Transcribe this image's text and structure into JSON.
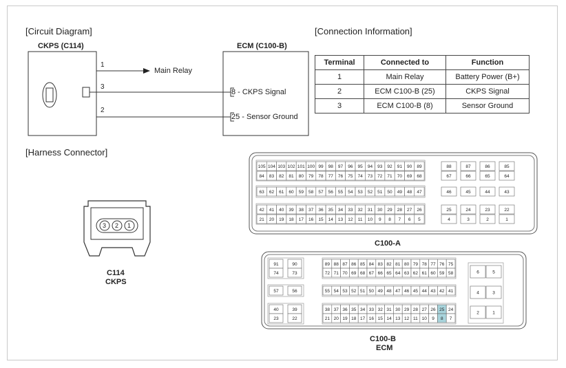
{
  "circuit": {
    "section_title": "[Circuit Diagram]",
    "sensor_label": "CKPS (C114)",
    "ecm_label": "ECM (C100-B)",
    "pin1": "1",
    "pin2": "2",
    "pin3": "3",
    "main_relay": "Main Relay",
    "signal": "8 - CKPS Signal",
    "ground": "25 - Sensor Ground"
  },
  "connection": {
    "section_title": "[Connection Information]",
    "headers": [
      "Terminal",
      "Connected to",
      "Function"
    ],
    "rows": [
      [
        "1",
        "Main Relay",
        "Battery Power (B+)"
      ],
      [
        "2",
        "ECM C100-B (25)",
        "CKPS Signal"
      ],
      [
        "3",
        "ECM C100-B (8)",
        "Sensor Ground"
      ]
    ]
  },
  "harness": {
    "section_title": "[Harness Connector]",
    "c114_pins": [
      "3",
      "2",
      "1"
    ],
    "c114_label1": "C114",
    "c114_label2": "CKPS",
    "c100a_label": "C100-A",
    "c100b_label1": "C100-B",
    "c100b_label2": "ECM"
  },
  "c100a": {
    "rows": [
      [
        "105",
        "104",
        "103",
        "102",
        "101",
        "100",
        "99",
        "98",
        "97",
        "96",
        "95",
        "94",
        "93",
        "92",
        "91",
        "90",
        "89"
      ],
      [
        "84",
        "83",
        "82",
        "81",
        "80",
        "79",
        "78",
        "77",
        "76",
        "75",
        "74",
        "73",
        "72",
        "71",
        "70",
        "69",
        "68"
      ],
      [
        "63",
        "62",
        "61",
        "60",
        "59",
        "58",
        "57",
        "56",
        "55",
        "54",
        "53",
        "52",
        "51",
        "50",
        "49",
        "48",
        "47"
      ],
      [
        "42",
        "41",
        "40",
        "39",
        "38",
        "37",
        "36",
        "35",
        "34",
        "33",
        "32",
        "31",
        "30",
        "29",
        "28",
        "27",
        "26"
      ],
      [
        "21",
        "20",
        "19",
        "18",
        "17",
        "16",
        "15",
        "14",
        "13",
        "12",
        "11",
        "10",
        "9",
        "8",
        "7",
        "6",
        "5"
      ]
    ],
    "right": [
      [
        "88",
        "87",
        "86",
        "85"
      ],
      [
        "67",
        "66",
        "65",
        "64"
      ],
      [
        "46",
        "45",
        "44",
        "43"
      ],
      [
        "25",
        "24",
        "23",
        "22"
      ],
      [
        "4",
        "3",
        "2",
        "1"
      ]
    ]
  },
  "c100b": {
    "left": [
      [
        "91",
        "90"
      ],
      [
        "74",
        "73"
      ],
      [
        "57",
        "56"
      ],
      [
        "40",
        "39"
      ],
      [
        "23",
        "22"
      ]
    ],
    "rows": [
      [
        "89",
        "88",
        "87",
        "86",
        "85",
        "84",
        "83",
        "82",
        "81",
        "80",
        "79",
        "78",
        "77",
        "76",
        "75"
      ],
      [
        "72",
        "71",
        "70",
        "69",
        "68",
        "67",
        "66",
        "65",
        "64",
        "63",
        "62",
        "61",
        "60",
        "59",
        "58"
      ],
      [
        "55",
        "54",
        "53",
        "52",
        "51",
        "50",
        "49",
        "48",
        "47",
        "46",
        "45",
        "44",
        "43",
        "42",
        "41"
      ],
      [
        "38",
        "37",
        "36",
        "35",
        "34",
        "33",
        "32",
        "31",
        "30",
        "29",
        "28",
        "27",
        "26",
        "25",
        "24"
      ],
      [
        "21",
        "20",
        "19",
        "18",
        "17",
        "16",
        "15",
        "14",
        "13",
        "12",
        "11",
        "10",
        "9",
        "8",
        "7"
      ]
    ],
    "right": [
      [
        "6",
        "5"
      ],
      [
        "4",
        "3"
      ],
      [
        "2",
        "1"
      ]
    ],
    "highlight_color": "#a8d4dc"
  }
}
